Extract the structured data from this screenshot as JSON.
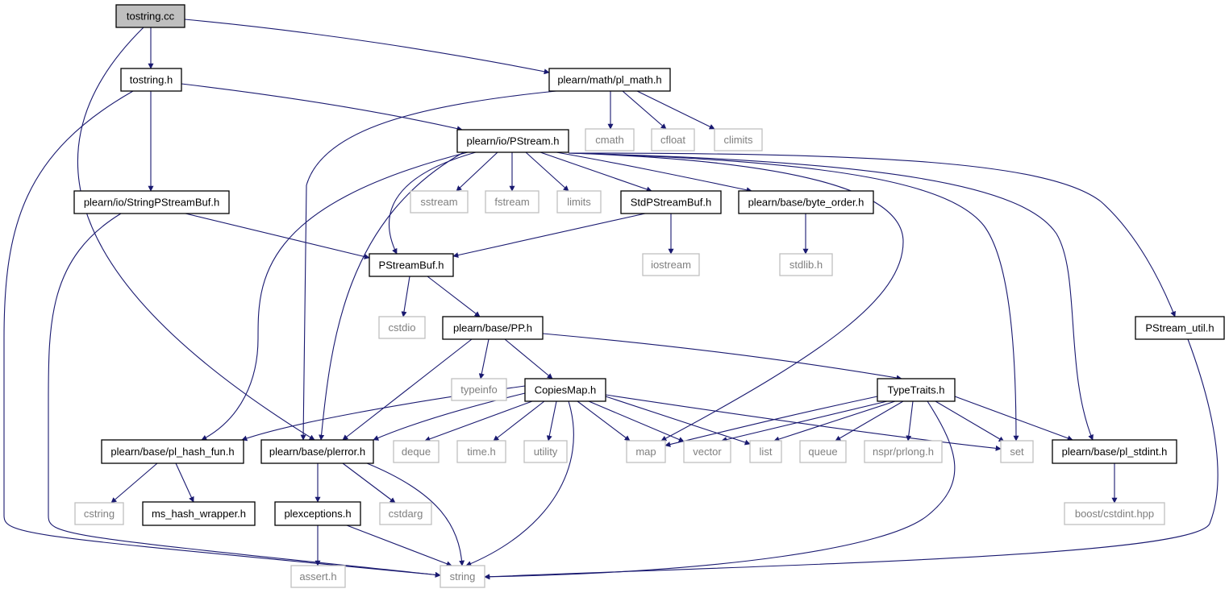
{
  "diagram": {
    "kind": "include-dependency-graph",
    "root": "tostring.cc",
    "colors": {
      "edge": "#191970",
      "node_border": "#000000",
      "external_border": "#bfbfbf",
      "external_text": "#7f7f7f",
      "root_fill": "#bfbfbf",
      "node_fill": "#ffffff"
    },
    "nodes": [
      {
        "id": "tostring_cc",
        "label": "tostring.cc",
        "style": "root"
      },
      {
        "id": "tostring_h",
        "label": "tostring.h",
        "style": "normal"
      },
      {
        "id": "pl_math_h",
        "label": "plearn/math/pl_math.h",
        "style": "normal"
      },
      {
        "id": "cmath",
        "label": "cmath",
        "style": "external"
      },
      {
        "id": "cfloat",
        "label": "cfloat",
        "style": "external"
      },
      {
        "id": "climits",
        "label": "climits",
        "style": "external"
      },
      {
        "id": "pstream_h",
        "label": "plearn/io/PStream.h",
        "style": "normal"
      },
      {
        "id": "stringpstreambuf_h",
        "label": "plearn/io/StringPStreamBuf.h",
        "style": "normal"
      },
      {
        "id": "sstream",
        "label": "sstream",
        "style": "external"
      },
      {
        "id": "fstream",
        "label": "fstream",
        "style": "external"
      },
      {
        "id": "limits",
        "label": "limits",
        "style": "external"
      },
      {
        "id": "stdpstreambuf_h",
        "label": "StdPStreamBuf.h",
        "style": "normal"
      },
      {
        "id": "byte_order_h",
        "label": "plearn/base/byte_order.h",
        "style": "normal"
      },
      {
        "id": "pstreambuf_h",
        "label": "PStreamBuf.h",
        "style": "normal"
      },
      {
        "id": "iostream",
        "label": "iostream",
        "style": "external"
      },
      {
        "id": "stdlib_h",
        "label": "stdlib.h",
        "style": "external"
      },
      {
        "id": "cstdio",
        "label": "cstdio",
        "style": "external"
      },
      {
        "id": "pp_h",
        "label": "plearn/base/PP.h",
        "style": "normal"
      },
      {
        "id": "pstream_util_h",
        "label": "PStream_util.h",
        "style": "normal"
      },
      {
        "id": "typeinfo",
        "label": "typeinfo",
        "style": "external"
      },
      {
        "id": "copiesmap_h",
        "label": "CopiesMap.h",
        "style": "normal"
      },
      {
        "id": "typetraits_h",
        "label": "TypeTraits.h",
        "style": "normal"
      },
      {
        "id": "pl_hash_fun_h",
        "label": "plearn/base/pl_hash_fun.h",
        "style": "normal"
      },
      {
        "id": "plerror_h",
        "label": "plearn/base/plerror.h",
        "style": "normal"
      },
      {
        "id": "deque",
        "label": "deque",
        "style": "external"
      },
      {
        "id": "time_h",
        "label": "time.h",
        "style": "external"
      },
      {
        "id": "utility",
        "label": "utility",
        "style": "external"
      },
      {
        "id": "map",
        "label": "map",
        "style": "external"
      },
      {
        "id": "vector",
        "label": "vector",
        "style": "external"
      },
      {
        "id": "list",
        "label": "list",
        "style": "external"
      },
      {
        "id": "queue",
        "label": "queue",
        "style": "external"
      },
      {
        "id": "prlong_h",
        "label": "nspr/prlong.h",
        "style": "external"
      },
      {
        "id": "set",
        "label": "set",
        "style": "external"
      },
      {
        "id": "pl_stdint_h",
        "label": "plearn/base/pl_stdint.h",
        "style": "normal"
      },
      {
        "id": "cstring",
        "label": "cstring",
        "style": "external"
      },
      {
        "id": "ms_hash_wrapper_h",
        "label": "ms_hash_wrapper.h",
        "style": "normal"
      },
      {
        "id": "plexceptions_h",
        "label": "plexceptions.h",
        "style": "normal"
      },
      {
        "id": "cstdarg",
        "label": "cstdarg",
        "style": "external"
      },
      {
        "id": "boost_cstdint_hpp",
        "label": "boost/cstdint.hpp",
        "style": "external"
      },
      {
        "id": "assert_h",
        "label": "assert.h",
        "style": "external"
      },
      {
        "id": "string",
        "label": "string",
        "style": "external"
      }
    ],
    "edges": [
      {
        "from": "tostring_cc",
        "to": "tostring_h"
      },
      {
        "from": "tostring_cc",
        "to": "pl_math_h"
      },
      {
        "from": "tostring_cc",
        "to": "plerror_h"
      },
      {
        "from": "tostring_h",
        "to": "pstream_h"
      },
      {
        "from": "tostring_h",
        "to": "stringpstreambuf_h"
      },
      {
        "from": "tostring_h",
        "to": "string"
      },
      {
        "from": "pl_math_h",
        "to": "cmath"
      },
      {
        "from": "pl_math_h",
        "to": "cfloat"
      },
      {
        "from": "pl_math_h",
        "to": "climits"
      },
      {
        "from": "pl_math_h",
        "to": "plerror_h"
      },
      {
        "from": "pstream_h",
        "to": "sstream"
      },
      {
        "from": "pstream_h",
        "to": "fstream"
      },
      {
        "from": "pstream_h",
        "to": "limits"
      },
      {
        "from": "pstream_h",
        "to": "stdpstreambuf_h"
      },
      {
        "from": "pstream_h",
        "to": "byte_order_h"
      },
      {
        "from": "pstream_h",
        "to": "pstreambuf_h"
      },
      {
        "from": "pstream_h",
        "to": "pl_hash_fun_h"
      },
      {
        "from": "pstream_h",
        "to": "plerror_h"
      },
      {
        "from": "pstream_h",
        "to": "map"
      },
      {
        "from": "pstream_h",
        "to": "set"
      },
      {
        "from": "pstream_h",
        "to": "pl_stdint_h"
      },
      {
        "from": "pstream_h",
        "to": "pstream_util_h"
      },
      {
        "from": "stringpstreambuf_h",
        "to": "pstreambuf_h"
      },
      {
        "from": "stringpstreambuf_h",
        "to": "string"
      },
      {
        "from": "stdpstreambuf_h",
        "to": "pstreambuf_h"
      },
      {
        "from": "stdpstreambuf_h",
        "to": "iostream"
      },
      {
        "from": "byte_order_h",
        "to": "stdlib_h"
      },
      {
        "from": "pstreambuf_h",
        "to": "cstdio"
      },
      {
        "from": "pstreambuf_h",
        "to": "pp_h"
      },
      {
        "from": "pp_h",
        "to": "typeinfo"
      },
      {
        "from": "pp_h",
        "to": "copiesmap_h"
      },
      {
        "from": "pp_h",
        "to": "typetraits_h"
      },
      {
        "from": "pp_h",
        "to": "plerror_h"
      },
      {
        "from": "pstream_util_h",
        "to": "string"
      },
      {
        "from": "copiesmap_h",
        "to": "pl_hash_fun_h"
      },
      {
        "from": "copiesmap_h",
        "to": "plerror_h"
      },
      {
        "from": "copiesmap_h",
        "to": "deque"
      },
      {
        "from": "copiesmap_h",
        "to": "time_h"
      },
      {
        "from": "copiesmap_h",
        "to": "utility"
      },
      {
        "from": "copiesmap_h",
        "to": "map"
      },
      {
        "from": "copiesmap_h",
        "to": "vector"
      },
      {
        "from": "copiesmap_h",
        "to": "list"
      },
      {
        "from": "copiesmap_h",
        "to": "set"
      },
      {
        "from": "copiesmap_h",
        "to": "string"
      },
      {
        "from": "typetraits_h",
        "to": "map"
      },
      {
        "from": "typetraits_h",
        "to": "vector"
      },
      {
        "from": "typetraits_h",
        "to": "list"
      },
      {
        "from": "typetraits_h",
        "to": "queue"
      },
      {
        "from": "typetraits_h",
        "to": "prlong_h"
      },
      {
        "from": "typetraits_h",
        "to": "set"
      },
      {
        "from": "typetraits_h",
        "to": "pl_stdint_h"
      },
      {
        "from": "typetraits_h",
        "to": "string"
      },
      {
        "from": "pl_hash_fun_h",
        "to": "cstring"
      },
      {
        "from": "pl_hash_fun_h",
        "to": "ms_hash_wrapper_h"
      },
      {
        "from": "plerror_h",
        "to": "plexceptions_h"
      },
      {
        "from": "plerror_h",
        "to": "cstdarg"
      },
      {
        "from": "plerror_h",
        "to": "string"
      },
      {
        "from": "plexceptions_h",
        "to": "assert_h"
      },
      {
        "from": "plexceptions_h",
        "to": "string"
      },
      {
        "from": "pl_stdint_h",
        "to": "boost_cstdint_hpp"
      }
    ]
  }
}
